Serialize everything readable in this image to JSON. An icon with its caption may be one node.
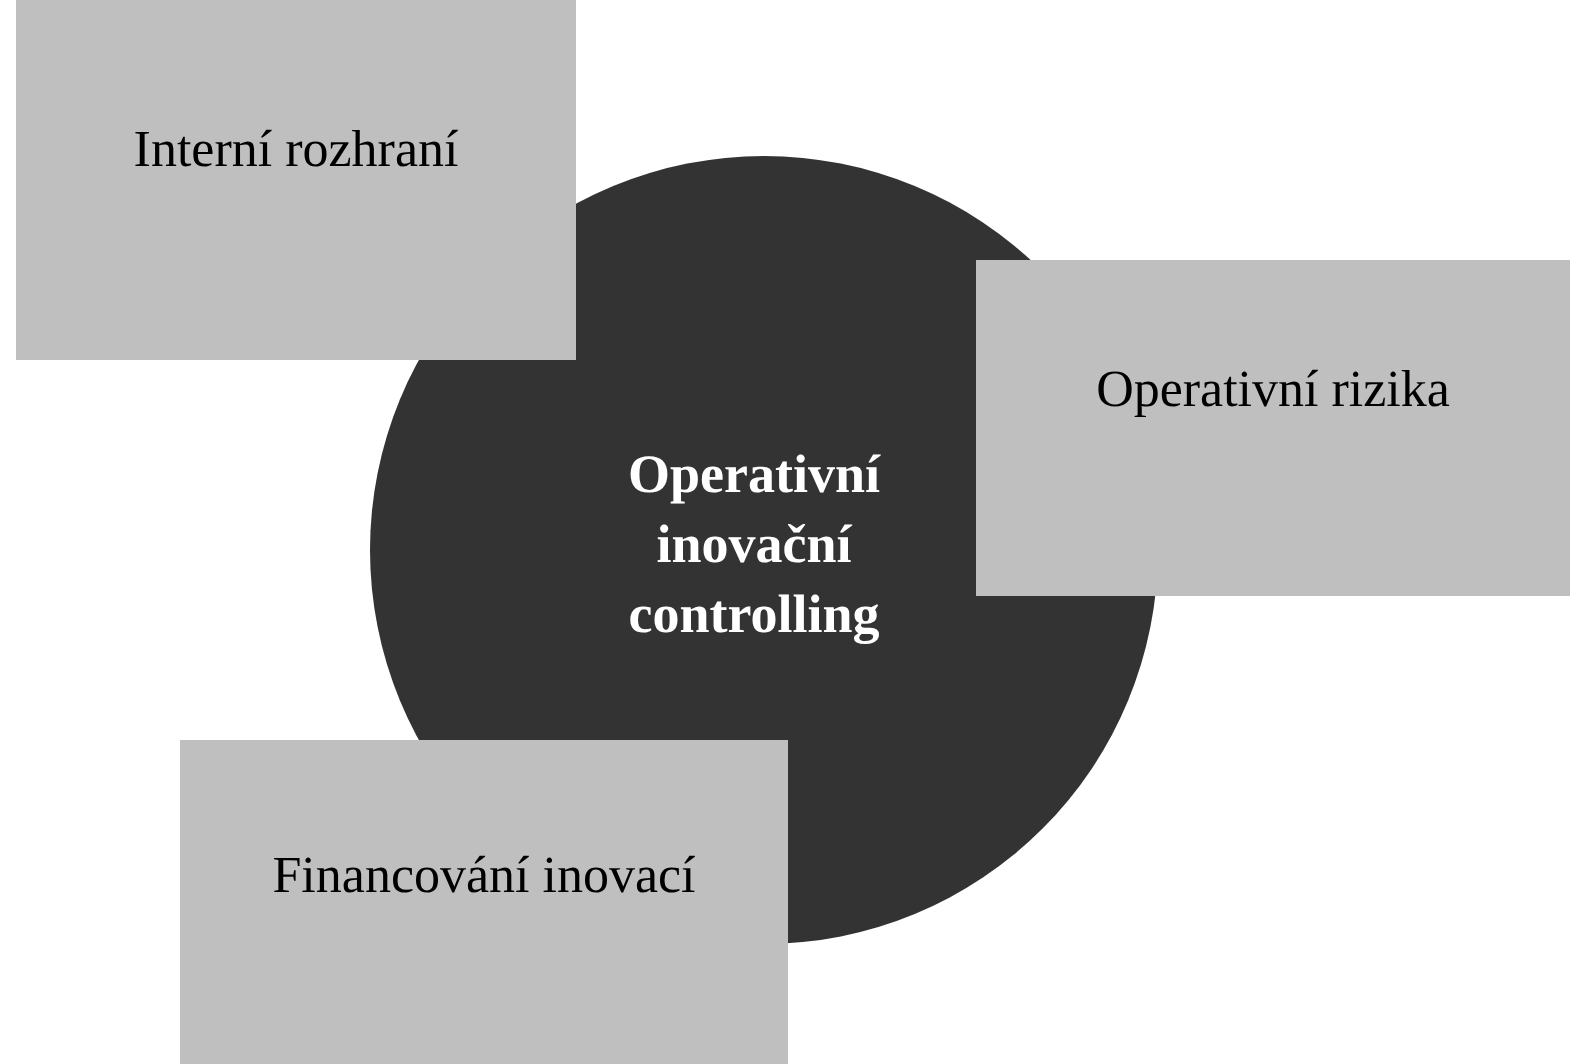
{
  "diagram": {
    "nodes": [
      {
        "text": [
          "Interní rozhraní"
        ]
      },
      {
        "text": [
          "Operativní inovační controlling"
        ]
      },
      {
        "text": [
          "Operativní rizika"
        ]
      },
      {
        "text": [
          "Financování inovací"
        ]
      }
    ]
  }
}
